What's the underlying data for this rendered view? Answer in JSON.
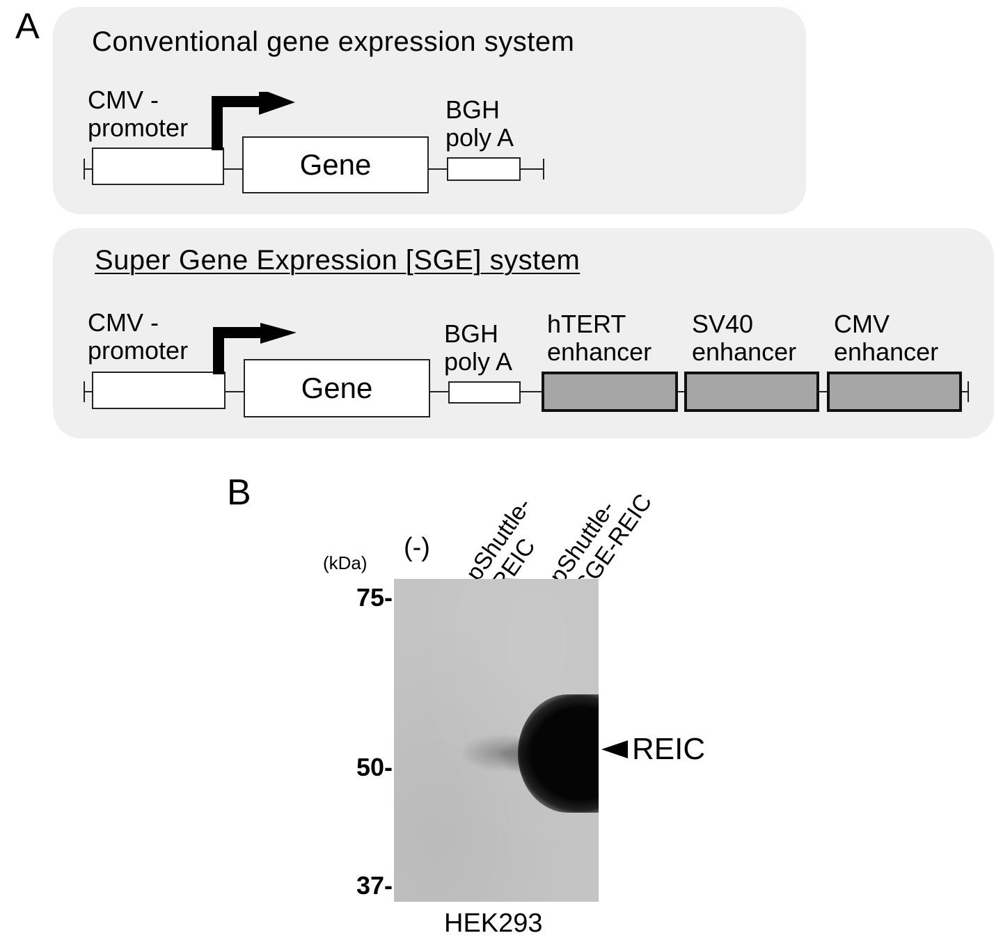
{
  "panel_a": {
    "letter": "A",
    "conventional": {
      "title": "Conventional gene expression system",
      "promoter_label": [
        "CMV -",
        "promoter"
      ],
      "gene_label": "Gene",
      "polya_label": [
        "BGH",
        "poly A"
      ]
    },
    "sge": {
      "title": "Super Gene Expression [SGE] system",
      "promoter_label": [
        "CMV -",
        "promoter"
      ],
      "gene_label": "Gene",
      "polya_label": [
        "BGH",
        "poly A"
      ],
      "enhancers": [
        {
          "label": [
            "hTERT",
            "enhancer"
          ]
        },
        {
          "label": [
            "SV40",
            "enhancer"
          ]
        },
        {
          "label": [
            "CMV",
            "enhancer"
          ]
        }
      ]
    }
  },
  "panel_b": {
    "letter": "B",
    "unit_label": "(kDa)",
    "lanes": [
      "(-)",
      [
        "pShuttle-",
        "REIC"
      ],
      [
        "pShuttle-",
        "SGE-REIC"
      ]
    ],
    "markers": [
      "75-",
      "50-",
      "37-"
    ],
    "band_label": "REIC",
    "cell_line": "HEK293"
  },
  "colors": {
    "panel_background": "#efefef",
    "enhancer_fill": "#a6a6a6",
    "gel_background": "#c4c4c4",
    "band": "#050505"
  }
}
